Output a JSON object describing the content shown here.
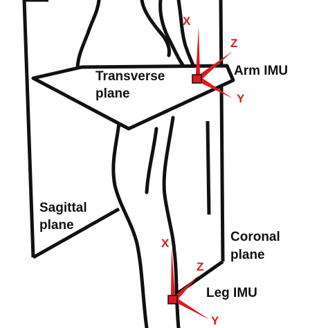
{
  "colors": {
    "outline": "#111111",
    "axis": "#e0191f",
    "background": "#ffffff"
  },
  "planes": {
    "transverse": [
      "Transverse",
      "plane"
    ],
    "sagittal": [
      "Sagittal",
      "plane"
    ],
    "coronal": [
      "Coronal",
      "plane"
    ]
  },
  "sensors": {
    "arm": {
      "label": "Arm IMU",
      "axes": {
        "x": "X",
        "y": "Y",
        "z": "Z"
      }
    },
    "leg": {
      "label": "Leg IMU",
      "axes": {
        "x": "X",
        "y": "Y",
        "z": "Z"
      }
    }
  }
}
